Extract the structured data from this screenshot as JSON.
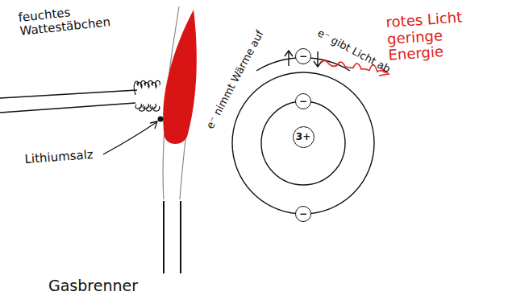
{
  "diagram": {
    "nodes": [
      {
        "text": [
          "−"
        ]
      },
      {
        "text": [
          "−"
        ]
      },
      {
        "text": [
          "3+"
        ]
      },
      {
        "text": [
          "−"
        ]
      }
    ],
    "labels": [
      "feuchtes Wattestäbchen",
      "Lithiumsalz",
      "Gasbrenner",
      "e⁻ nimmt Wärme auf",
      "e⁻ gibt Licht ab",
      "rotes Licht geringe Energie"
    ]
  }
}
